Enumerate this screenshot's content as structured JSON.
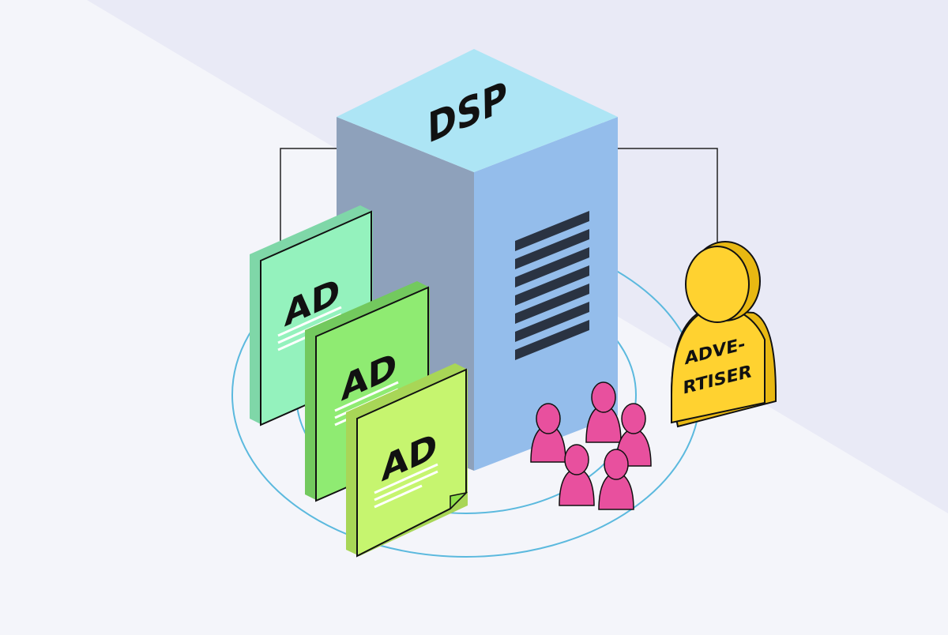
{
  "server": {
    "label": "DSP"
  },
  "ads": [
    {
      "label": "AD"
    },
    {
      "label": "AD"
    },
    {
      "label": "AD"
    }
  ],
  "advertiser": {
    "line1": "ADVE-",
    "line2": "RTISER"
  },
  "colors": {
    "background": "#f4f5fa",
    "background_band": "#e9eaf6",
    "server_top": "#ade5f5",
    "server_left": "#8ea1bb",
    "server_right": "#94bdeb",
    "server_vent": "#2a3342",
    "ring": "#5bb9de",
    "ad_card_1": "#94f2bd",
    "ad_card_2": "#8feb72",
    "ad_card_3": "#c6f56f",
    "audience": "#e8509e",
    "advertiser": "#ffd230",
    "outline": "#111111"
  },
  "icons": [
    "server-icon",
    "ad-document-icon",
    "audience-group-icon",
    "advertiser-person-icon",
    "connector-line-icon"
  ]
}
